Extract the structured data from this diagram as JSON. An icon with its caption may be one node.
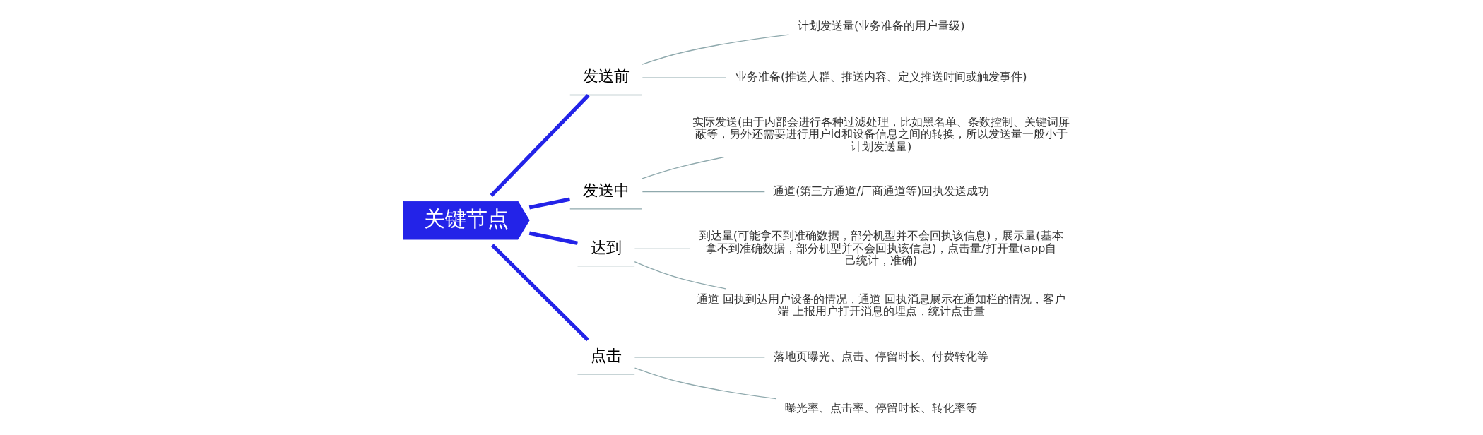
{
  "diagram": {
    "nodes": [
      {
        "text": [
          "关键节点"
        ]
      },
      {
        "text": [
          "发送前"
        ]
      },
      {
        "text": [
          "计划发送量(业务准备的用户量级)"
        ]
      },
      {
        "text": [
          "业务准备(推送人群、推送内容、定义推送时间或触发事件)"
        ]
      },
      {
        "text": [
          "发送中"
        ]
      },
      {
        "text": [
          "实际发送(由于内部会进行各种过滤处理，比如黑名单、条数控制、关键词屏蔽等，另外还需要进行用户id和设备信息之间的转换，所以发送量一般小于计划发送量)"
        ]
      },
      {
        "text": [
          "通道(第三方通道/厂商通道等)回执发送成功"
        ]
      },
      {
        "text": [
          "达到"
        ]
      },
      {
        "text": [
          "到达量(可能拿不到准确数据，部分机型并不会回执该信息)，展示量(基本拿不到准确数据，部分机型并不会回执该信息)，点击量/打开量(app自己统计，准确)"
        ]
      },
      {
        "text": [
          "通道 回执到达用户设备的情况，通道 回执消息展示在通知栏的情况，客户端 上报用户打开消息的埋点，统计点击量"
        ]
      },
      {
        "text": [
          "点击"
        ]
      },
      {
        "text": [
          "落地页曝光、点击、停留时长、付费转化等"
        ]
      },
      {
        "text": [
          "曝光率、点击率、停留时长、转化率等"
        ]
      }
    ],
    "edges": [
      {
        "from": 0,
        "to": 1,
        "arrow": "none",
        "style": "thick",
        "color": "#2323e8"
      },
      {
        "from": 0,
        "to": 4,
        "arrow": "none",
        "style": "thick",
        "color": "#2323e8"
      },
      {
        "from": 0,
        "to": 7,
        "arrow": "none",
        "style": "thick",
        "color": "#2323e8"
      },
      {
        "from": 0,
        "to": 10,
        "arrow": "none",
        "style": "thick",
        "color": "#2323e8"
      },
      {
        "from": 1,
        "to": 3,
        "arrow": "none"
      },
      {
        "from": 1,
        "to": 2,
        "arrow": "none"
      },
      {
        "from": 4,
        "to": 5,
        "arrow": "none"
      },
      {
        "from": 4,
        "to": 6,
        "arrow": "none"
      },
      {
        "from": 7,
        "to": 9,
        "arrow": "none"
      },
      {
        "from": 7,
        "to": 8,
        "arrow": "none"
      },
      {
        "from": 10,
        "to": 11,
        "arrow": "none"
      },
      {
        "from": 10,
        "to": 12,
        "arrow": "none"
      }
    ]
  }
}
